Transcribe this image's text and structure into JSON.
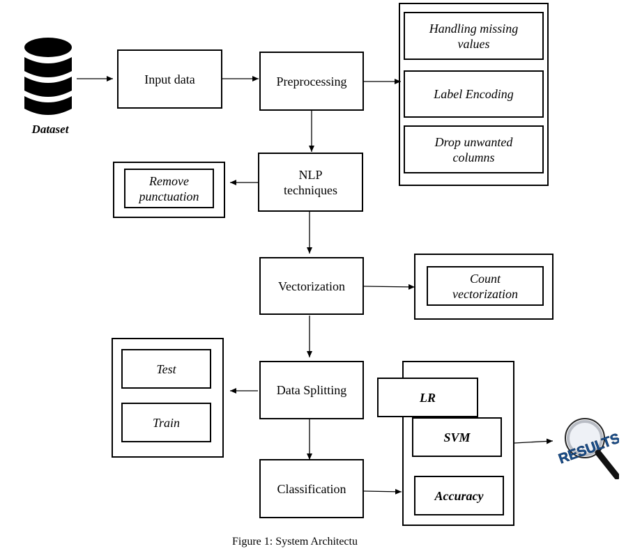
{
  "dataset": {
    "label": "Dataset",
    "icon": "database-icon"
  },
  "main_flow": {
    "input": "Input data",
    "preprocessing": "Preprocessing",
    "nlp": "NLP\ntechniques",
    "vectorization": "Vectorization",
    "splitting": "Data Splitting",
    "classification": "Classification"
  },
  "preprocessing_steps": [
    "Handling missing\nvalues",
    "Label Encoding",
    "Drop unwanted\ncolumns"
  ],
  "nlp_steps": [
    "Remove\npunctuation"
  ],
  "vectorization_steps": [
    "Count\nvectorization"
  ],
  "split_sets": [
    "Test",
    "Train"
  ],
  "models": [
    "LR",
    "SVM",
    "Accuracy"
  ],
  "results": {
    "label": "RESULTS",
    "icon": "magnifier-results-icon",
    "color": "#1a4f8c"
  },
  "caption": "Figure 1: System Architectu"
}
